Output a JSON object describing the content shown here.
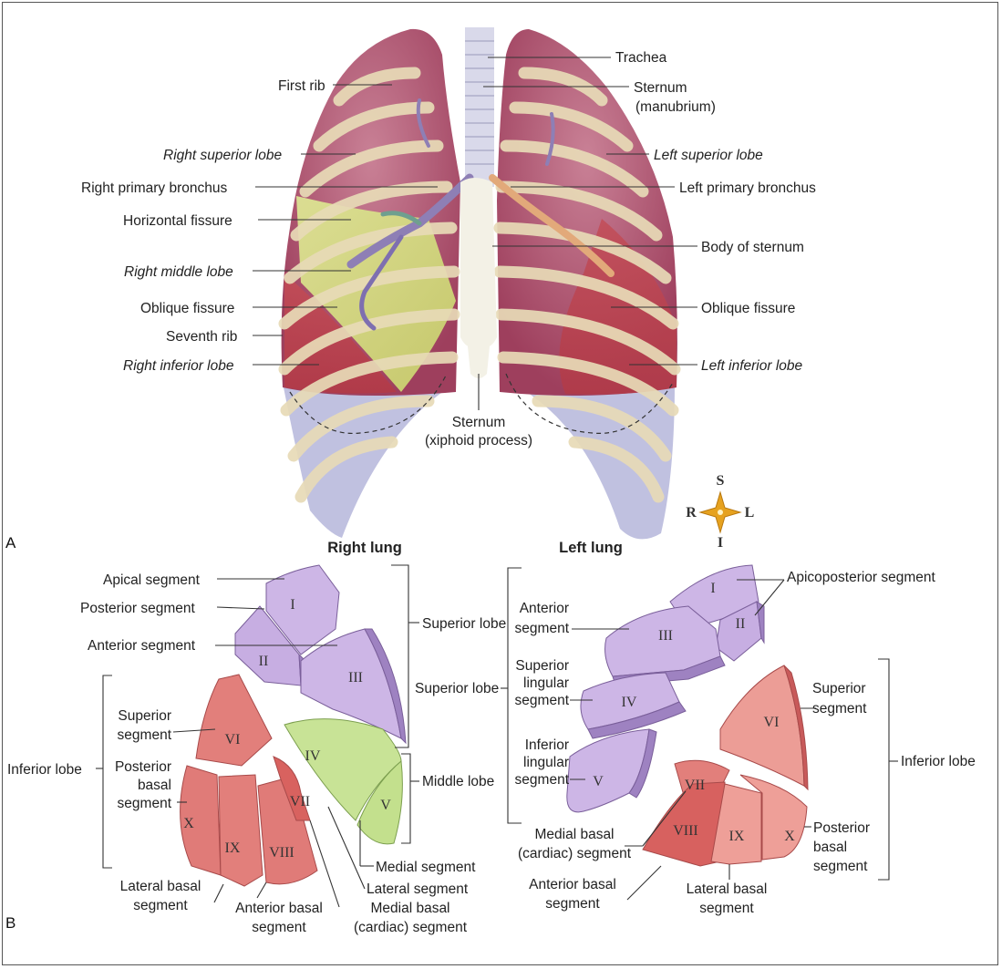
{
  "panels": {
    "a": "A",
    "b": "B"
  },
  "top_labels": {
    "trachea": "Trachea",
    "first_rib": "First rib",
    "sternum_manubrium_1": "Sternum",
    "sternum_manubrium_2": "(manubrium)",
    "right_superior_lobe": "Right superior lobe",
    "left_superior_lobe": "Left superior lobe",
    "right_primary_bronchus": "Right primary bronchus",
    "left_primary_bronchus": "Left primary bronchus",
    "horizontal_fissure": "Horizontal fissure",
    "body_of_sternum": "Body of sternum",
    "right_middle_lobe": "Right middle lobe",
    "oblique_fissure_right": "Oblique fissure",
    "oblique_fissure_left": "Oblique fissure",
    "seventh_rib": "Seventh rib",
    "right_inferior_lobe": "Right inferior lobe",
    "left_inferior_lobe": "Left inferior lobe",
    "sternum_xiphoid_1": "Sternum",
    "sternum_xiphoid_2": "(xiphoid process)"
  },
  "compass": {
    "s": "S",
    "i": "I",
    "r": "R",
    "l": "L"
  },
  "right_lung": {
    "title": "Right lung",
    "apical_segment": "Apical segment",
    "posterior_segment": "Posterior segment",
    "anterior_segment": "Anterior segment",
    "superior_lobe": "Superior lobe",
    "inferior_lobe": "Inferior lobe",
    "superior_segment_1": "Superior",
    "superior_segment_2": "segment",
    "posterior_basal_1": "Posterior",
    "posterior_basal_2": "basal",
    "posterior_basal_3": "segment",
    "middle_lobe": "Middle lobe",
    "medial_segment": "Medial segment",
    "lateral_segment": "Lateral segment",
    "lateral_basal_1": "Lateral basal",
    "lateral_basal_2": "segment",
    "anterior_basal_1": "Anterior basal",
    "anterior_basal_2": "segment",
    "medial_basal_1": "Medial basal",
    "medial_basal_2": "(cardiac) segment",
    "numerals": {
      "I": "I",
      "II": "II",
      "III": "III",
      "IV": "IV",
      "V": "V",
      "VI": "VI",
      "VII": "VII",
      "VIII": "VIII",
      "IX": "IX",
      "X": "X"
    }
  },
  "left_lung": {
    "title": "Left lung",
    "apicoposterior_segment": "Apicoposterior segment",
    "anterior_segment_1": "Anterior",
    "anterior_segment_2": "segment",
    "superior_lobe": "Superior lobe",
    "superior_lingular_1": "Superior",
    "superior_lingular_2": "lingular",
    "superior_lingular_3": "segment",
    "inferior_lingular_1": "Inferior",
    "inferior_lingular_2": "lingular",
    "inferior_lingular_3": "segment",
    "superior_segment_1": "Superior",
    "superior_segment_2": "segment",
    "inferior_lobe": "Inferior lobe",
    "medial_basal_1": "Medial basal",
    "medial_basal_2": "(cardiac) segment",
    "anterior_basal_1": "Anterior basal",
    "anterior_basal_2": "segment",
    "lateral_basal_1": "Lateral basal",
    "lateral_basal_2": "segment",
    "posterior_basal_1": "Posterior",
    "posterior_basal_2": "basal",
    "posterior_basal_3": "segment",
    "numerals": {
      "I": "I",
      "II": "II",
      "III": "III",
      "IV": "IV",
      "V": "V",
      "VI": "VI",
      "VII": "VII",
      "VIII": "VIII",
      "IX": "IX",
      "X": "X"
    }
  },
  "colors": {
    "lung_pink": "#b8647c",
    "lung_dark": "#a4425a",
    "rib": "#e6d8b4",
    "middle_yellow": "#d8dc86",
    "inferior_red": "#c85a5a",
    "diaphragm_blue": "#b7b8dc",
    "segment_purple": "#c9b3e3",
    "segment_green": "#c7e496",
    "segment_red": "#e07b78"
  }
}
